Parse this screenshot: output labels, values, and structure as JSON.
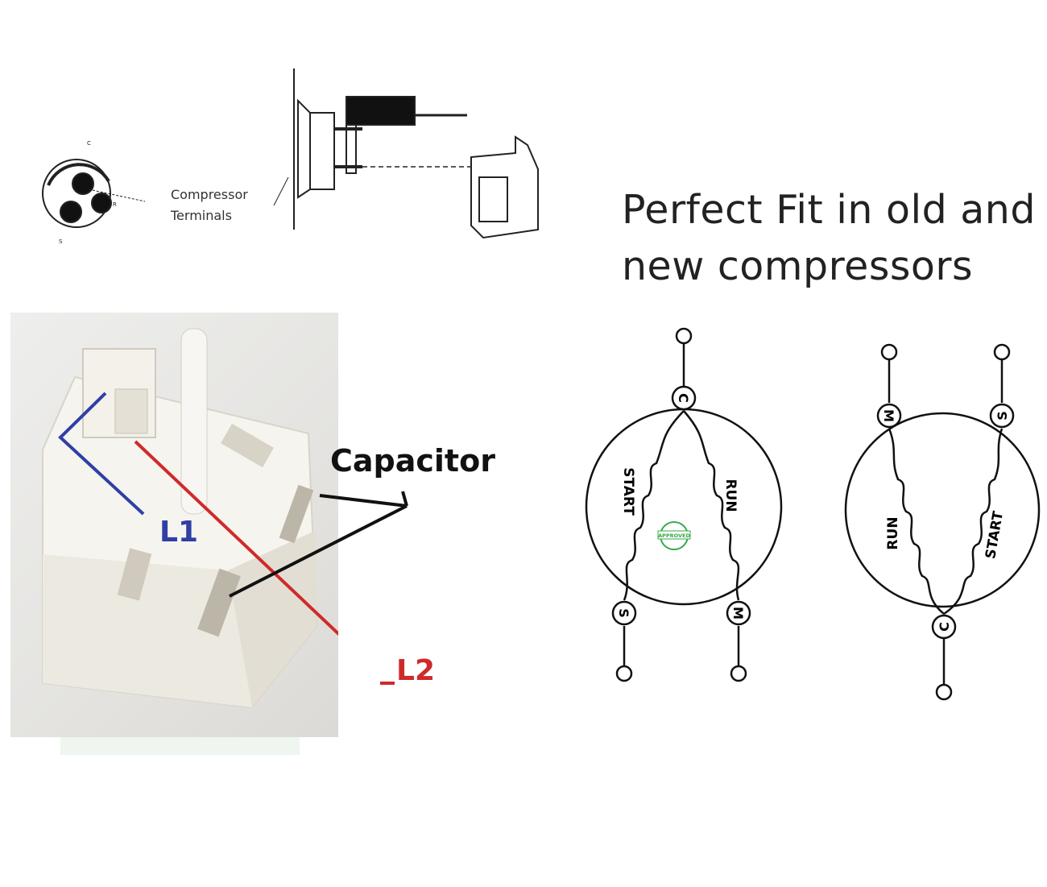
{
  "top_diagram": {
    "terminal_label_line1": "Compressor",
    "terminal_label_line2": "Terminals",
    "terminal_letters": [
      "C",
      "S",
      "R"
    ]
  },
  "headline": {
    "line1": "Perfect Fit in old and",
    "line2": "new compressors"
  },
  "photo_labels": {
    "capacitor": "Capacitor",
    "l1": "L1",
    "l2": "L2",
    "l1_color": "#2f3fa6",
    "l2_color": "#cf2a2a"
  },
  "wiring_left": {
    "top_terminal": "C",
    "bottom_left_terminal": "S",
    "bottom_right_terminal": "M",
    "start_label": "START",
    "run_label": "RUN"
  },
  "wiring_right": {
    "top_left_terminal": "M",
    "top_right_terminal": "S",
    "bottom_terminal": "C",
    "run_label": "RUN",
    "start_label": "START"
  },
  "badge": {
    "text": "APPROVED",
    "color": "#3aa84a"
  }
}
